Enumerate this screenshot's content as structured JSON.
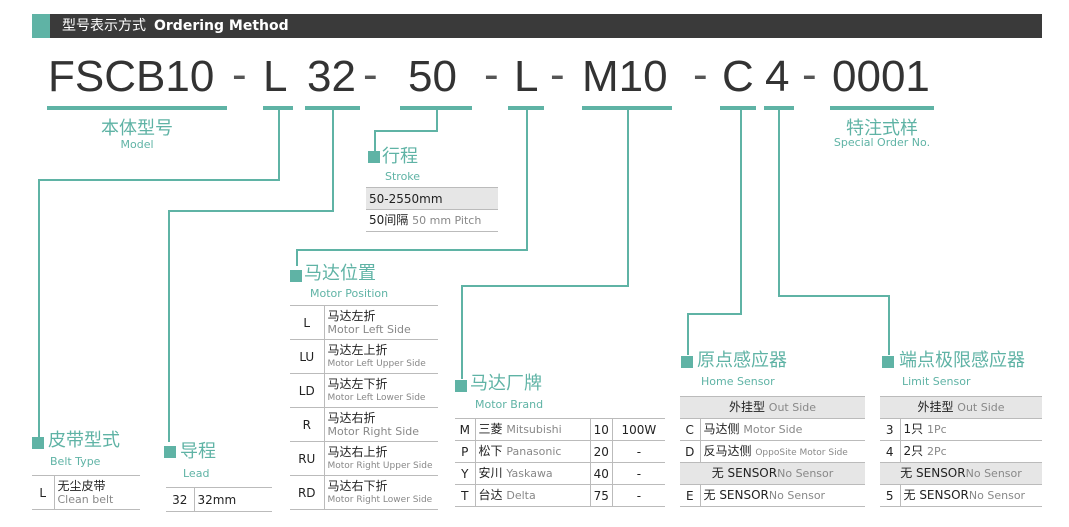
{
  "header": {
    "cn": "型号表示方式",
    "en": "Ordering Method"
  },
  "code": {
    "model": "FSCB10",
    "belt": "L",
    "lead": "32",
    "stroke": "50",
    "position": "L",
    "brand": "M10",
    "home": "C",
    "limit": "4",
    "special": "0001",
    "dash": "-"
  },
  "model": {
    "cn": "本体型号",
    "en": "Model"
  },
  "special": {
    "cn": "特注式样",
    "en": "Special Order No."
  },
  "stroke": {
    "cn": "行程",
    "en": "Stroke",
    "rows": [
      {
        "text": "50-2550mm"
      },
      {
        "text": "50间隔",
        "en": "50 mm Pitch"
      }
    ]
  },
  "motor_position": {
    "cn": "马达位置",
    "en": "Motor Position",
    "rows": [
      {
        "code": "L",
        "cn": "马达左折",
        "en": "Motor Left Side"
      },
      {
        "code": "LU",
        "cn": "马达左上折",
        "en": "Motor Left Upper Side"
      },
      {
        "code": "LD",
        "cn": "马达左下折",
        "en": "Motor Left Lower Side"
      },
      {
        "code": "R",
        "cn": "马达右折",
        "en": "Motor Right Side"
      },
      {
        "code": "RU",
        "cn": "马达右上折",
        "en": "Motor Right Upper Side"
      },
      {
        "code": "RD",
        "cn": "马达右下折",
        "en": "Motor Right Lower Side"
      }
    ]
  },
  "motor_brand": {
    "cn": "马达厂牌",
    "en": "Motor Brand",
    "rows": [
      {
        "code": "M",
        "cn": "三菱",
        "en": "Mitsubishi",
        "num": "10",
        "power": "100W"
      },
      {
        "code": "P",
        "cn": "松下",
        "en": "Panasonic",
        "num": "20",
        "power": "-"
      },
      {
        "code": "Y",
        "cn": "安川",
        "en": "Yaskawa",
        "num": "40",
        "power": "-"
      },
      {
        "code": "T",
        "cn": "台达",
        "en": "Delta",
        "num": "75",
        "power": "-"
      }
    ]
  },
  "home_sensor": {
    "cn": "原点感应器",
    "en": "Home Sensor",
    "head": {
      "cn": "外挂型",
      "en": "Out Side"
    },
    "rows": [
      {
        "code": "C",
        "cn": "马达侧",
        "en": "Motor Side"
      },
      {
        "code": "D",
        "cn": "反马达侧",
        "en": "OppoSite Motor Side"
      }
    ],
    "nosensor": {
      "cn": "无 SENSOR",
      "en": "No Sensor"
    },
    "last": {
      "code": "E",
      "cn": "无 SENSOR",
      "en": "No Sensor"
    }
  },
  "limit_sensor": {
    "cn": "端点极限感应器",
    "en": "Limit Sensor",
    "head": {
      "cn": "外挂型",
      "en": "Out Side"
    },
    "rows": [
      {
        "code": "3",
        "cn": "1只",
        "en": "1Pc"
      },
      {
        "code": "4",
        "cn": "2只",
        "en": "2Pc"
      }
    ],
    "nosensor": {
      "cn": "无 SENSOR",
      "en": "No Sensor"
    },
    "last": {
      "code": "5",
      "cn": "无 SENSOR",
      "en": "No Sensor"
    }
  },
  "lead": {
    "cn": "导程",
    "en": "Lead",
    "row": {
      "code": "32",
      "text": "32mm"
    }
  },
  "belt_type": {
    "cn": "皮带型式",
    "en": "Belt Type",
    "row": {
      "code": "L",
      "cn": "无尘皮带",
      "en": "Clean belt"
    }
  },
  "colors": {
    "accent": "#5fb3a5",
    "header": "#3a3a3a"
  }
}
